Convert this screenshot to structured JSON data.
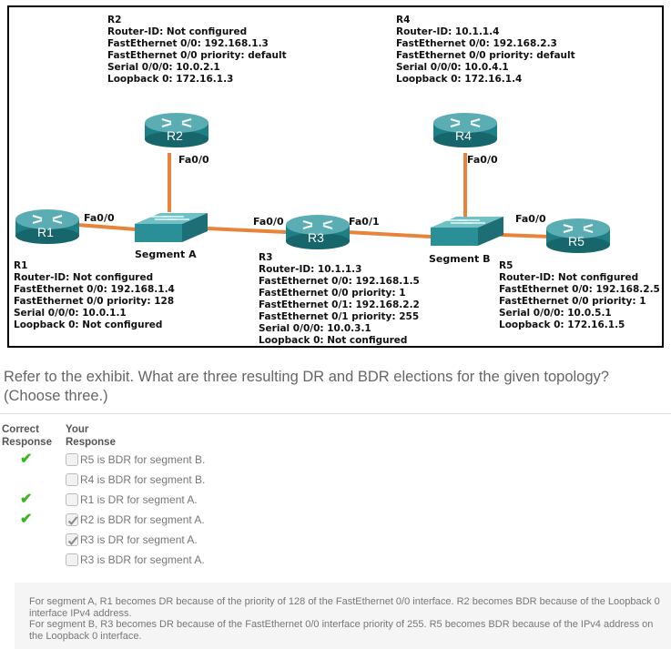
{
  "exhibit": {
    "routers": [
      {
        "name": "R1",
        "lines": [
          "R1",
          "Router-ID: Not configured",
          "FastEthernet 0/0: 192.168.1.4",
          "FastEthernet 0/0 priority: 128",
          "Serial 0/0/0: 10.0.1.1",
          "Loopback 0: Not configured"
        ]
      },
      {
        "name": "R2",
        "lines": [
          "R2",
          "Router-ID: Not configured",
          "FastEthernet 0/0: 192.168.1.3",
          "FastEthernet 0/0 priority: default",
          "Serial 0/0/0: 10.0.2.1",
          "Loopback 0: 172.16.1.3"
        ]
      },
      {
        "name": "R3",
        "lines": [
          "R3",
          "Router-ID: 10.1.1.3",
          "FastEthernet 0/0: 192.168.1.5",
          "FastEthernet 0/0 priority: 1",
          "FastEthernet 0/1: 192.168.2.2",
          "FastEthernet 0/1 priority: 255",
          "Serial 0/0/0: 10.0.3.1",
          "Loopback 0: Not configured"
        ]
      },
      {
        "name": "R4",
        "lines": [
          "R4",
          "Router-ID: 10.1.1.4",
          "FastEthernet 0/0: 192.168.2.3",
          "FastEthernet 0/0 priority: default",
          "Serial 0/0/0: 10.0.4.1",
          "Loopback 0: 172.16.1.4"
        ]
      },
      {
        "name": "R5",
        "lines": [
          "R5",
          "Router-ID: Not configured",
          "FastEthernet 0/0: 192.168.2.5",
          "FastEthernet 0/0 priority: 1",
          "Serial 0/0/0: 10.0.5.1",
          "Loopback 0: 172.16.1.5"
        ]
      }
    ],
    "interfaces": {
      "r1": "Fa0/0",
      "r2": "Fa0/0",
      "r3_left": "Fa0/0",
      "r3_right": "Fa0/1",
      "r4": "Fa0/0",
      "r5": "Fa0/0"
    },
    "segments": {
      "a": "Segment A",
      "b": "Segment B"
    },
    "colors": {
      "router": "#1f7f86",
      "router_top": "#5aaeb3",
      "switch": "#2a8f96",
      "link": "#e8833a"
    }
  },
  "question": "Refer to the exhibit. What are three resulting DR and BDR elections for the given topology? (Choose three.)",
  "columns": {
    "correct": [
      "Correct",
      "Response"
    ],
    "your": [
      "Your",
      "Response"
    ]
  },
  "options": [
    {
      "text": "R5 is BDR for segment B.",
      "correct": true,
      "selected": false
    },
    {
      "text": "R4 is BDR for segment B.",
      "correct": false,
      "selected": false
    },
    {
      "text": "R1 is DR for segment A.",
      "correct": true,
      "selected": false
    },
    {
      "text": "R2 is BDR for segment A.",
      "correct": true,
      "selected": true
    },
    {
      "text": "R3 is DR for segment A.",
      "correct": false,
      "selected": true
    },
    {
      "text": "R3 is BDR for segment A.",
      "correct": false,
      "selected": false
    }
  ],
  "explanation": [
    "For segment A, R1 becomes DR because of the priority of 128 of the FastEthernet 0/0 interface. R2 becomes BDR because of the Loopback 0 interface IPv4 address.",
    "For segment B, R3 becomes DR because of the FastEthernet 0/0 interface priority of 255. R5 becomes BDR because of the IPv4 address on the Loopback 0 interface."
  ]
}
